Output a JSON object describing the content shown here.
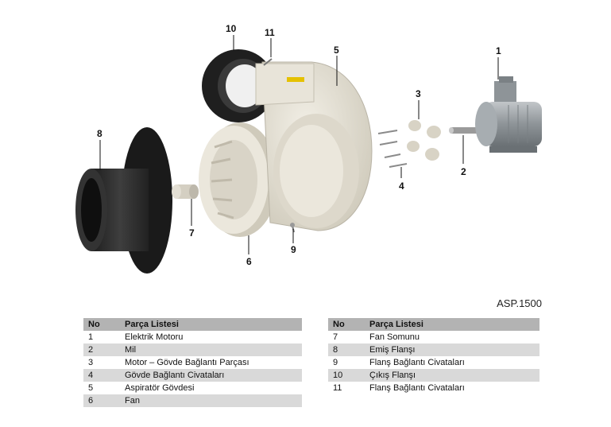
{
  "callouts": [
    "1",
    "2",
    "3",
    "4",
    "5",
    "6",
    "7",
    "8",
    "9",
    "10",
    "11"
  ],
  "model_code": "ASP.1500",
  "table_headers": {
    "no": "No",
    "parts": "Parça Listesi"
  },
  "parts_left": [
    {
      "no": "1",
      "name": "Elektrik Motoru"
    },
    {
      "no": "2",
      "name": "Mil"
    },
    {
      "no": "3",
      "name": "Motor – Gövde Bağlantı Parçası"
    },
    {
      "no": "4",
      "name": "Gövde Bağlantı Civataları"
    },
    {
      "no": "5",
      "name": "Aspiratör Gövdesi"
    },
    {
      "no": "6",
      "name": "Fan"
    }
  ],
  "parts_right": [
    {
      "no": "7",
      "name": "Fan Somunu"
    },
    {
      "no": "8",
      "name": "Emiş Flanşı"
    },
    {
      "no": "9",
      "name": "Flanş Bağlantı Civataları"
    },
    {
      "no": "10",
      "name": "Çıkış Flanşı"
    },
    {
      "no": "11",
      "name": "Flanş Bağlantı Civataları"
    }
  ],
  "colors": {
    "cream": "#e6e2d6",
    "dark": "#2e2e2e",
    "motor": "#9aa0a4",
    "header_bg": "#b3b3b3",
    "row_shade": "#d9d9d9"
  }
}
